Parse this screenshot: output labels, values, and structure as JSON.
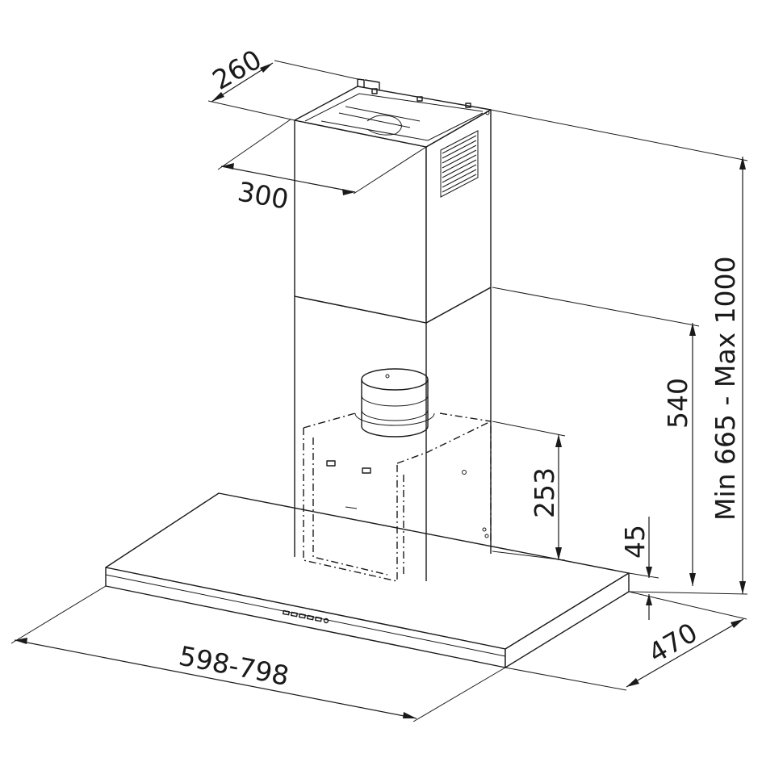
{
  "dimensions": {
    "chimney_depth": "260",
    "chimney_width": "300",
    "total_height": "Min 665 - Max 1000",
    "lower_chimney_height": "540",
    "motor_housing_height": "253",
    "canopy_thickness": "45",
    "canopy_width": "598-798",
    "canopy_depth": "470"
  },
  "colors": {
    "stroke": "#1a1a1a",
    "background": "#ffffff"
  }
}
